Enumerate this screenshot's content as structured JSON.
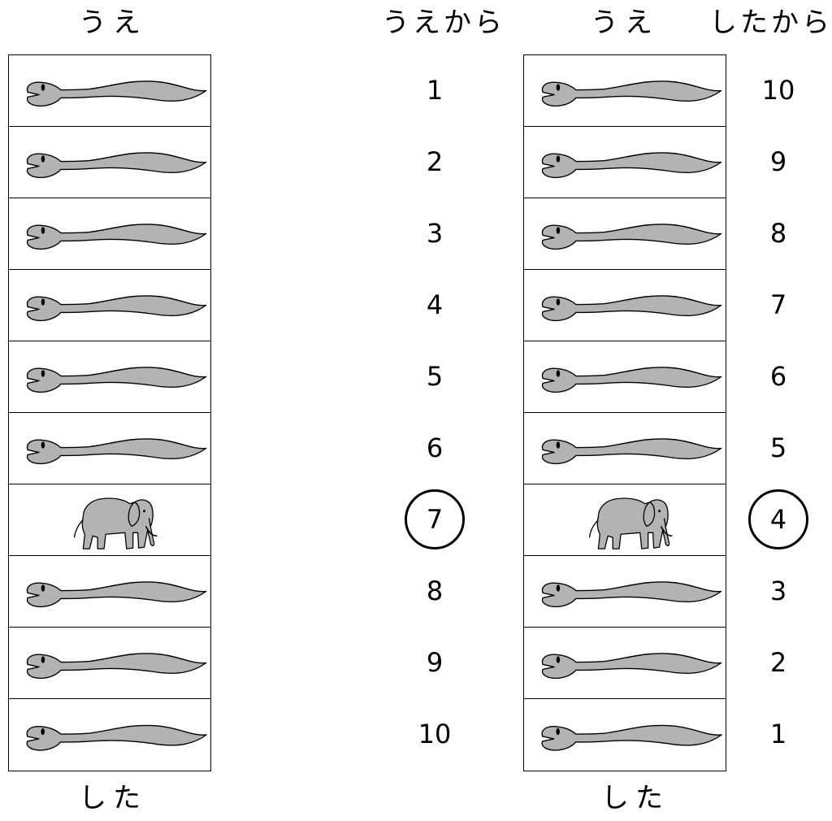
{
  "left": {
    "top_label": "うえ",
    "bottom_label": "した",
    "numbers_header": "うえから",
    "numbers": [
      "1",
      "2",
      "3",
      "4",
      "5",
      "6",
      "7",
      "8",
      "9",
      "10"
    ],
    "animals": [
      "snake",
      "snake",
      "snake",
      "snake",
      "snake",
      "snake",
      "elephant",
      "snake",
      "snake",
      "snake"
    ],
    "circled_number": "7"
  },
  "right": {
    "top_label": "うえ",
    "bottom_label": "した",
    "numbers_header": "したから",
    "numbers": [
      "10",
      "9",
      "8",
      "7",
      "6",
      "5",
      "4",
      "3",
      "2",
      "1"
    ],
    "animals": [
      "snake",
      "snake",
      "snake",
      "snake",
      "snake",
      "snake",
      "elephant",
      "snake",
      "snake",
      "snake"
    ],
    "circled_number": "4"
  },
  "colors": {
    "animal_fill": "#b3b3b3",
    "line": "#000000",
    "background": "#ffffff"
  }
}
